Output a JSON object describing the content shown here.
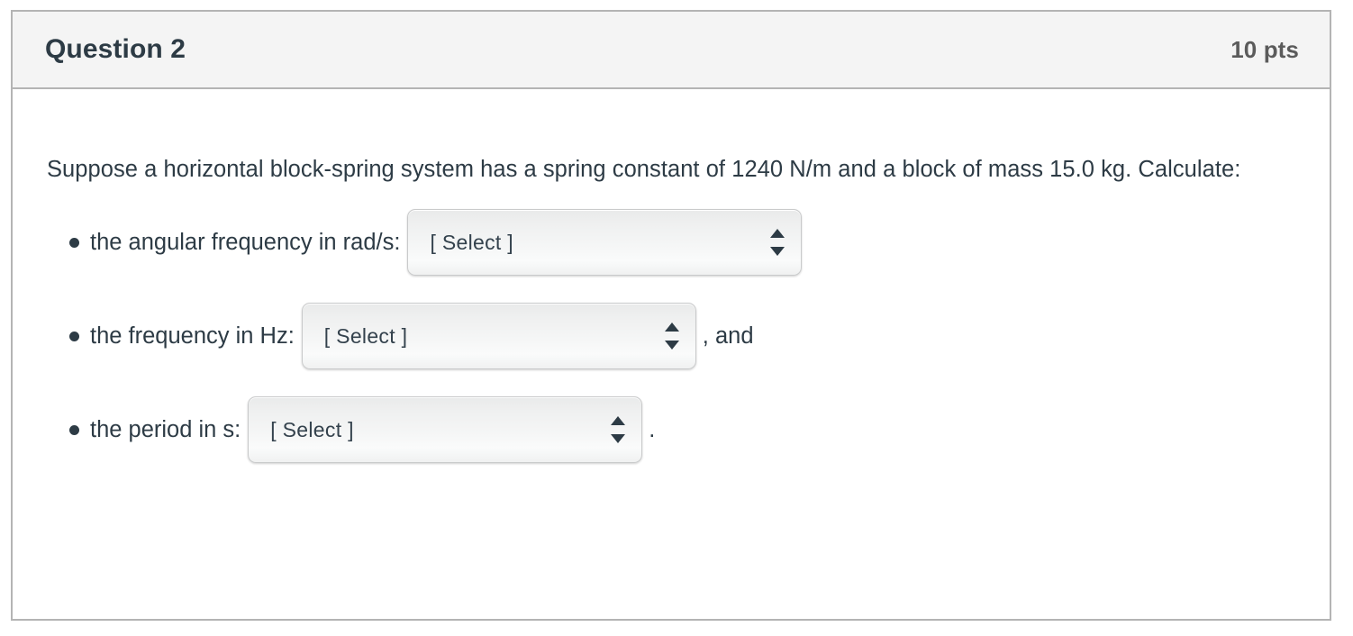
{
  "question": {
    "title": "Question 2",
    "points": "10 pts",
    "prompt": "Suppose a horizontal block-spring system has a spring constant of 1240 N/m and a block of mass 15.0 kg. Calculate:",
    "items": [
      {
        "label": "the angular frequency in rad/s:",
        "select_value": "[ Select ]",
        "suffix": ""
      },
      {
        "label": "the frequency in Hz:",
        "select_value": "[ Select ]",
        "suffix": ", and"
      },
      {
        "label": "the period in s:",
        "select_value": "[ Select ]",
        "suffix": "."
      }
    ]
  },
  "colors": {
    "text": "#2d3b45",
    "points_text": "#5b5b5b",
    "card_border": "#b4b4b4",
    "header_bg": "#f4f4f4",
    "select_border": "#c9cacb",
    "arrow": "#2d3b45"
  }
}
